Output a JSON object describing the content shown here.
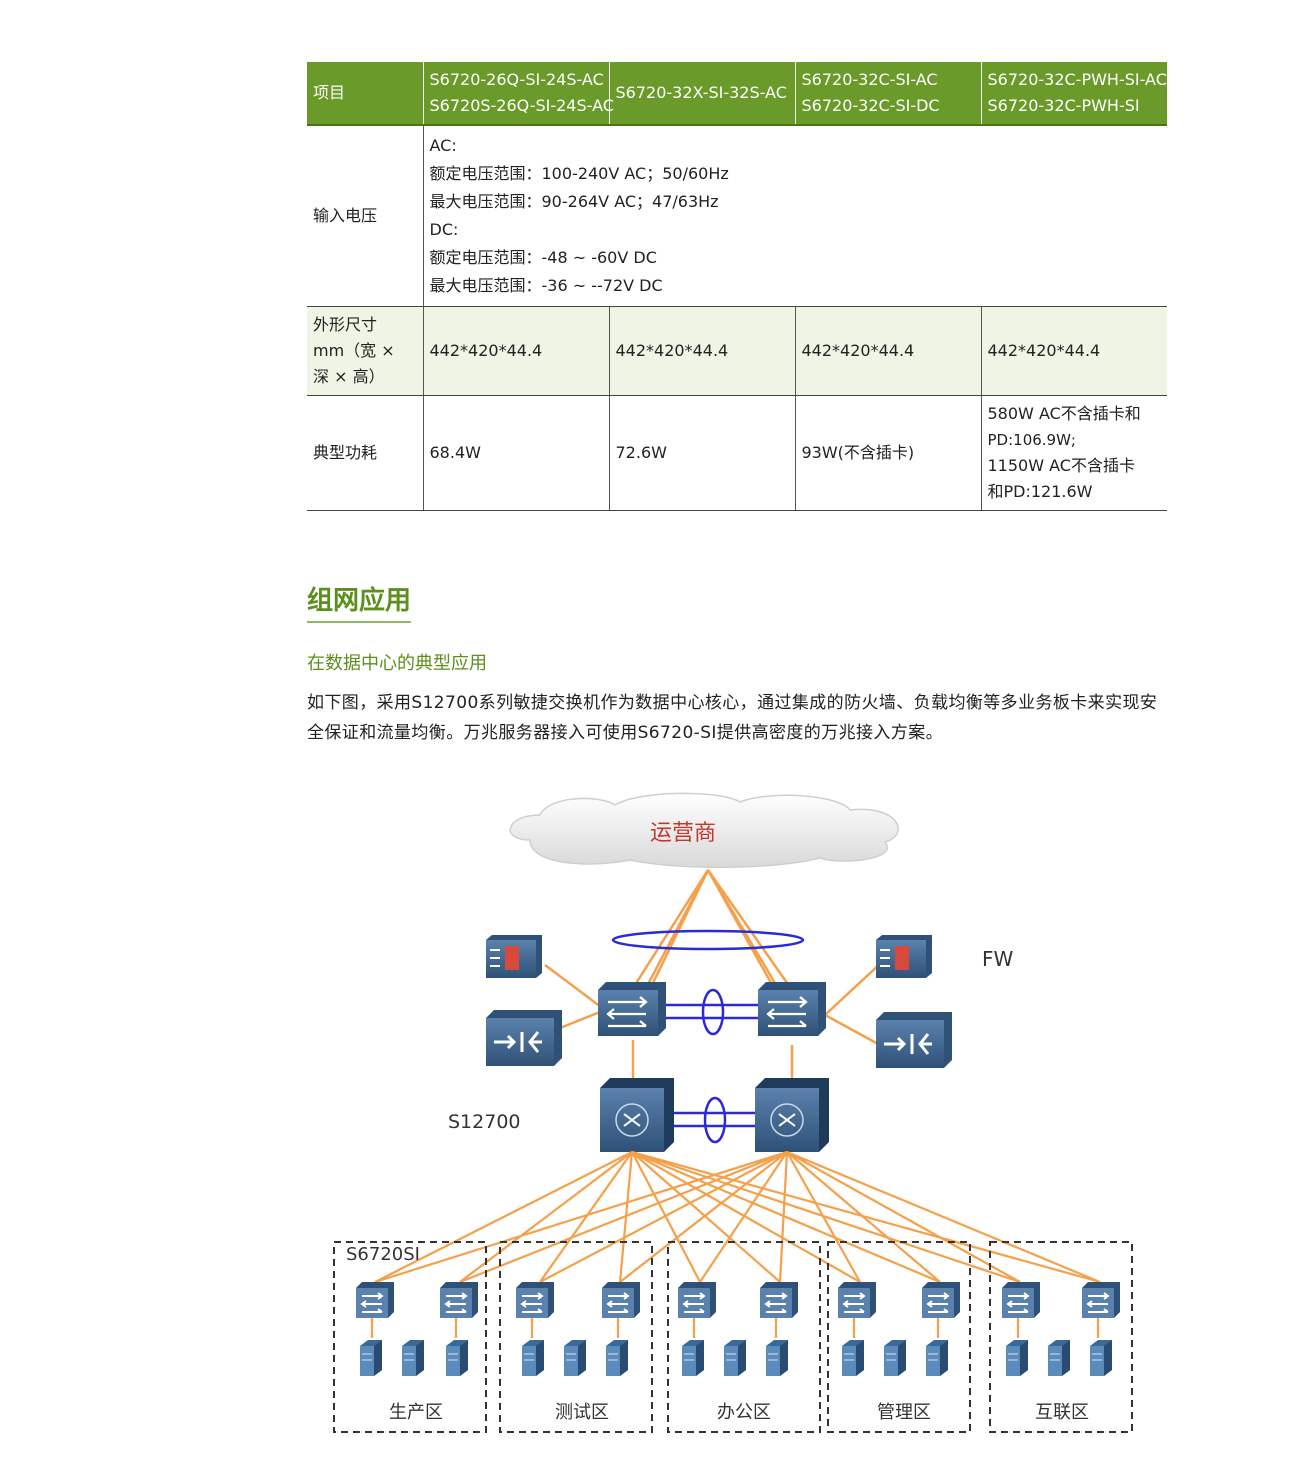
{
  "table": {
    "headers": [
      {
        "lines": [
          "项目"
        ]
      },
      {
        "lines": [
          "S6720-26Q-SI-24S-AC",
          "S6720S-26Q-SI-24S-AC"
        ]
      },
      {
        "lines": [
          "S6720-32X-SI-32S-AC"
        ]
      },
      {
        "lines": [
          "S6720-32C-SI-AC",
          "S6720-32C-SI-DC"
        ]
      },
      {
        "lines": [
          "S6720-32C-PWH-SI-AC",
          "S6720-32C-PWH-SI"
        ]
      }
    ],
    "input_voltage": {
      "label": "输入电压",
      "lines": [
        "AC:",
        "额定电压范围：100-240V AC；50/60Hz",
        "最大电压范围：90-264V AC；47/63Hz",
        "DC:",
        "额定电压范围：-48 ~ -60V DC",
        "最大电压范围：-36 ~ --72V DC"
      ]
    },
    "dimensions": {
      "label_lines": [
        "外形尺寸",
        "mm（宽 ×",
        "深 × 高）"
      ],
      "values": [
        "442*420*44.4",
        "442*420*44.4",
        "442*420*44.4",
        "442*420*44.4"
      ]
    },
    "power": {
      "label": "典型功耗",
      "values": [
        "68.4W",
        "72.6W",
        "93W(不含插卡)"
      ],
      "last_lines": [
        "580W AC不含插卡和",
        "PD:106.9W;",
        "1150W AC不含插卡",
        "和PD:121.6W"
      ]
    }
  },
  "section_title": "组网应用",
  "subsection_title": "在数据中心的典型应用",
  "paragraph": "如下图，采用S12700系列敏捷交换机作为数据中心核心，通过集成的防火墙、负载均衡等多业务板卡来实现安全保证和流量均衡。万兆服务器接入可使用S6720-SI提供高密度的万兆接入方案。",
  "diagram": {
    "cloud_label": "运营商",
    "fw_label": "FW",
    "core_label": "S12700",
    "access_label": "S6720SI",
    "zones": [
      "生产区",
      "测试区",
      "办公区",
      "管理区",
      "互联区"
    ],
    "colors": {
      "link": "#f5a04a",
      "ring": "#2a2ad6",
      "device": "#3f6690",
      "cloud_text": "#c0392b"
    }
  }
}
